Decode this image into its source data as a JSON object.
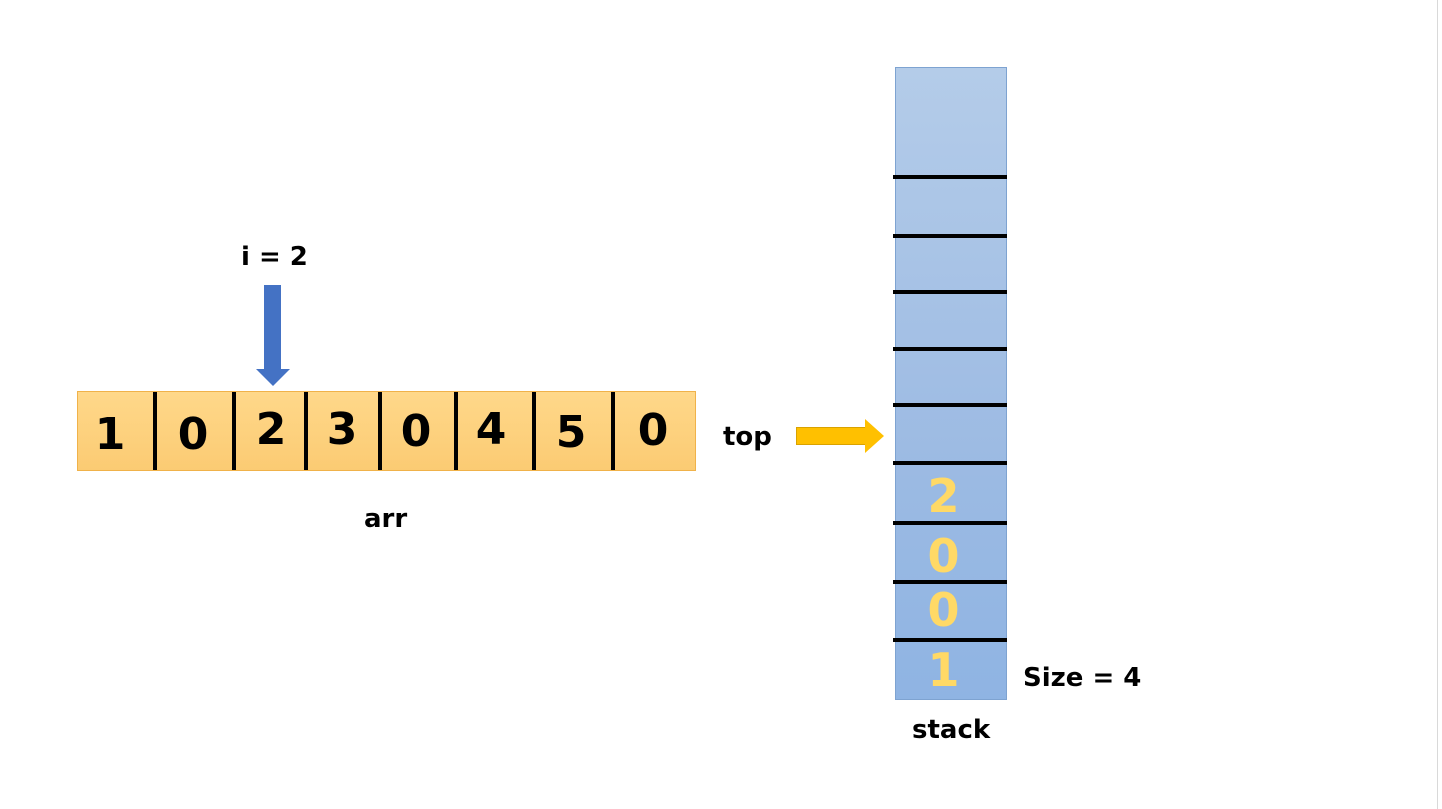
{
  "pointer": {
    "label": "i = 2"
  },
  "array": {
    "name": "arr",
    "cells": [
      "1",
      "0",
      "2",
      "3",
      "0",
      "4",
      "5",
      "0"
    ]
  },
  "stack": {
    "name": "stack",
    "top_label": "top",
    "size_label": "Size = 4",
    "items_top_to_bottom": [
      "2",
      "0",
      "0",
      "1"
    ]
  },
  "colors": {
    "array_fill": "#ffd88a",
    "pointer_arrow": "#4472c4",
    "top_arrow": "#ffc000",
    "stack_fill": "#9dbbe3",
    "stack_text": "#ffd966"
  }
}
